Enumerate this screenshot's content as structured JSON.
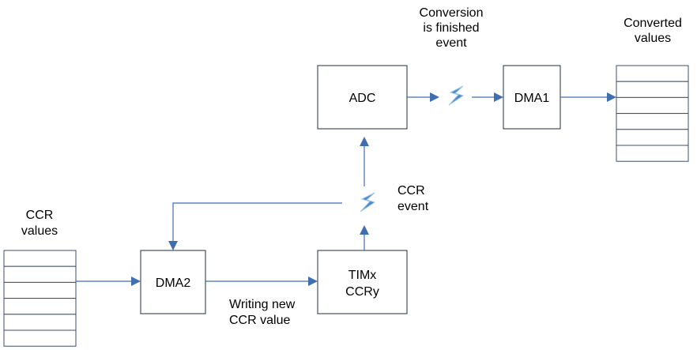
{
  "diagram": {
    "adc": "ADC",
    "dma1": "DMA1",
    "dma2": "DMA2",
    "timer": {
      "line1": "TIMx",
      "line2": "CCRy"
    },
    "conversion_event": {
      "line1": "Conversion",
      "line2": "is finished",
      "line3": "event"
    },
    "converted_values": {
      "line1": "Converted",
      "line2": "values"
    },
    "ccr_values": {
      "line1": "CCR",
      "line2": "values"
    },
    "ccr_event": {
      "line1": "CCR",
      "line2": "event"
    },
    "writing_new": {
      "line1": "Writing new",
      "line2": "CCR value"
    },
    "converted_rows": 6,
    "ccr_rows": 6
  },
  "colors": {
    "arrow": "#3f6fb0",
    "bolt_fill": "#4a88cc",
    "bolt_stroke": "#9cc4ea",
    "box_stroke": "#1f2d3d"
  }
}
